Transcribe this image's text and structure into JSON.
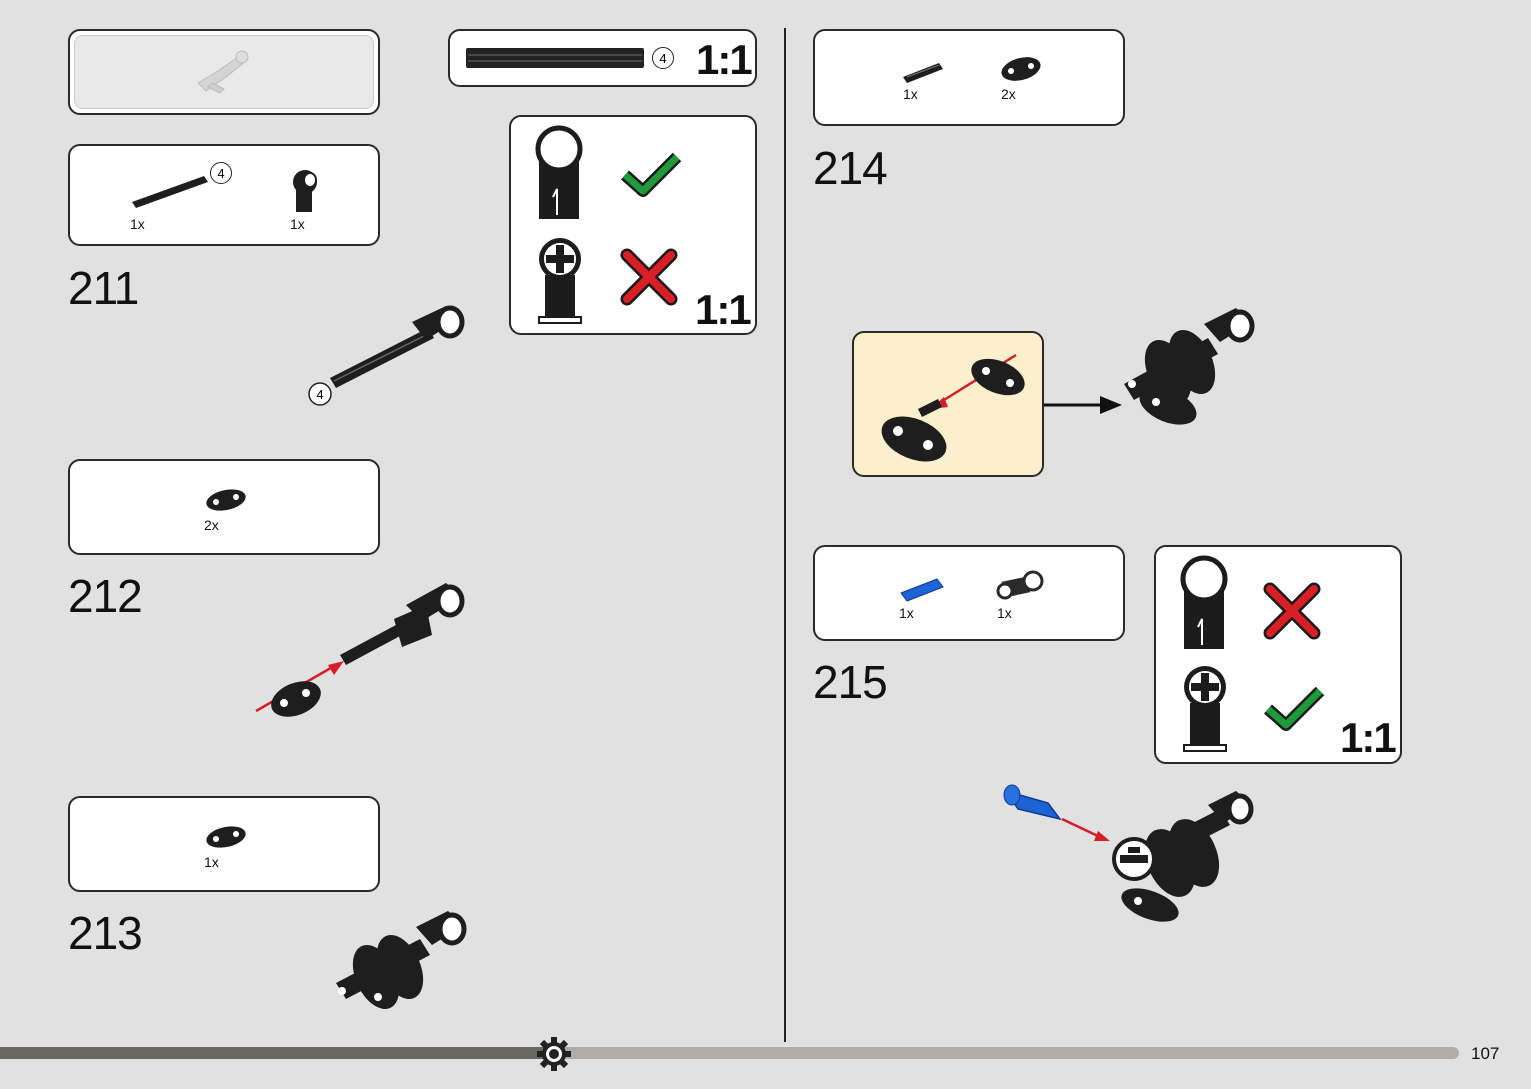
{
  "page": {
    "number": "107",
    "progress": 0.38
  },
  "steps": {
    "s211": {
      "number": "211",
      "parts": [
        {
          "qty": "1x",
          "name": "axle-4"
        },
        {
          "qty": "1x",
          "name": "connector-pin"
        }
      ],
      "callout": "4"
    },
    "s212": {
      "number": "212",
      "parts": [
        {
          "qty": "2x",
          "name": "thin-beam-3"
        }
      ]
    },
    "s213": {
      "number": "213",
      "parts": [
        {
          "qty": "1x",
          "name": "thin-beam-3"
        }
      ]
    },
    "s214": {
      "number": "214",
      "parts": [
        {
          "qty": "1x",
          "name": "axle-pin"
        },
        {
          "qty": "2x",
          "name": "thin-beam-3"
        }
      ]
    },
    "s215": {
      "number": "215",
      "parts": [
        {
          "qty": "1x",
          "name": "blue-axle-pin"
        },
        {
          "qty": "1x",
          "name": "axle-connector"
        }
      ]
    }
  },
  "axle_check": {
    "circle_label": "4",
    "scale": "1:1"
  },
  "orientation_check_a": {
    "scale": "1:1",
    "top_mark": "check",
    "bottom_mark": "cross"
  },
  "orientation_check_b": {
    "scale": "1:1",
    "top_mark": "cross",
    "bottom_mark": "check"
  },
  "colors": {
    "background": "#e1e1e1",
    "callout_bg": "#fcf0cc",
    "check": "#1f9a3a",
    "cross": "#d81f26",
    "arrow": "#d41e2a",
    "blue_part": "#1e63d6"
  }
}
